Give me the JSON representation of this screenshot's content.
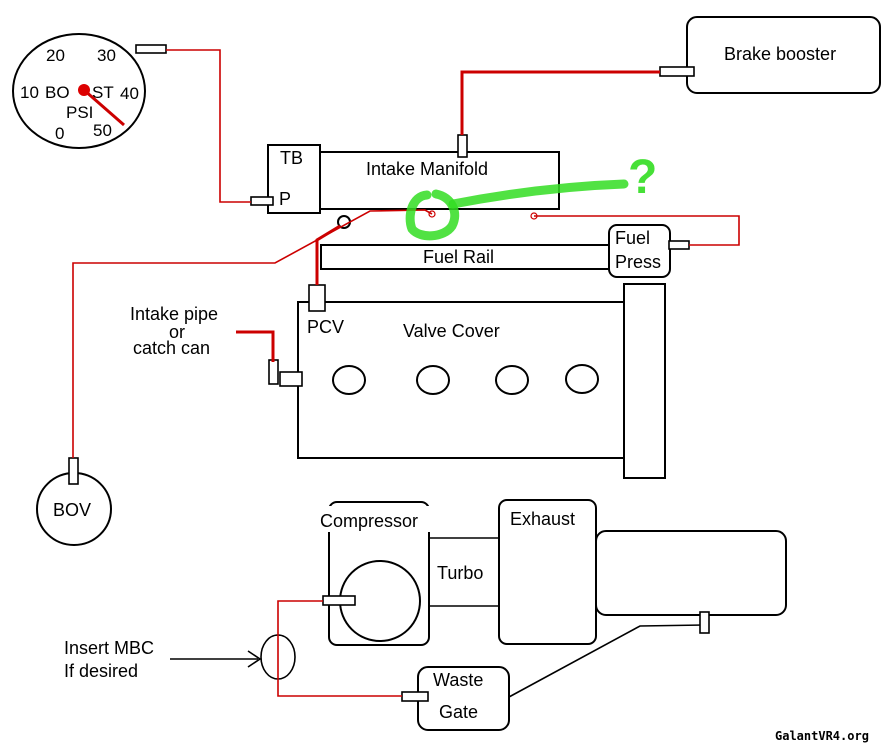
{
  "gauge": {
    "ticks": [
      "20",
      "30",
      "10",
      "40",
      "0",
      "50"
    ],
    "word_bo": "BO",
    "word_st": "ST",
    "unit": "PSI"
  },
  "components": {
    "brake_booster": "Brake booster",
    "throttle_body": "TB",
    "throttle_port": "P",
    "intake_manifold": "Intake Manifold",
    "fuel_rail": "Fuel Rail",
    "fuel_press_line1": "Fuel",
    "fuel_press_line2": "Press",
    "pcv": "PCV",
    "valve_cover": "Valve Cover",
    "intake_pipe_line1": "Intake pipe",
    "intake_pipe_line2": "or",
    "intake_pipe_line3": "catch can",
    "bov": "BOV",
    "compressor": "Compressor",
    "turbo": "Turbo",
    "exhaust": "Exhaust",
    "mbc_line1": "Insert MBC",
    "mbc_line2": "If desired",
    "waste_line1": "Waste",
    "waste_line2": "Gate"
  },
  "annotation": {
    "question_mark": "?"
  },
  "watermark": "GalantVR4.org",
  "colors": {
    "hose": "#cc0000",
    "marker": "#33dd22",
    "outline": "#000000"
  }
}
